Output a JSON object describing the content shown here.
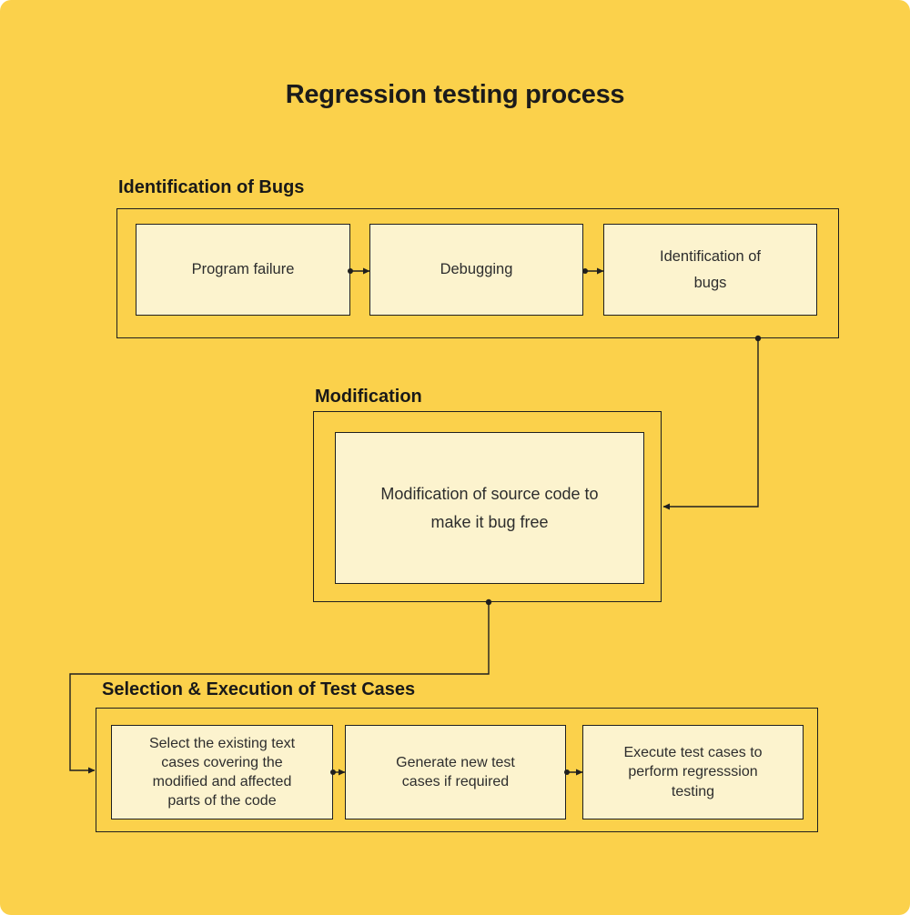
{
  "title": "Regression testing process",
  "colors": {
    "background": "#FBD14B",
    "node_fill": "#FCF3CE",
    "border": "#1F1F1F",
    "text": "#2D2D2D",
    "heading_text": "#1B1B1B"
  },
  "sections": [
    {
      "label": "Identification of Bugs",
      "boxes": [
        "Program failure",
        "Debugging",
        "Identification of\nbugs"
      ]
    },
    {
      "label": "Modification",
      "boxes": [
        "Modification of source code to\nmake it bug free"
      ]
    },
    {
      "label": "Selection & Execution of Test Cases",
      "boxes": [
        "Select the existing text\ncases covering the\nmodified and affected\nparts of the code",
        "Generate new test\ncases if required",
        "Execute test cases to\nperform regresssion\ntesting"
      ]
    }
  ],
  "edges": [
    {
      "from": "Program failure",
      "to": "Debugging"
    },
    {
      "from": "Debugging",
      "to": "Identification of bugs"
    },
    {
      "from": "Identification of Bugs section",
      "to": "Modification section"
    },
    {
      "from": "Modification section",
      "to": "Selection & Execution of Test Cases section"
    },
    {
      "from": "Select the existing text cases covering the modified and affected parts of the code",
      "to": "Generate new test cases if required"
    },
    {
      "from": "Generate new test cases if required",
      "to": "Execute test cases to perform regresssion testing"
    }
  ]
}
